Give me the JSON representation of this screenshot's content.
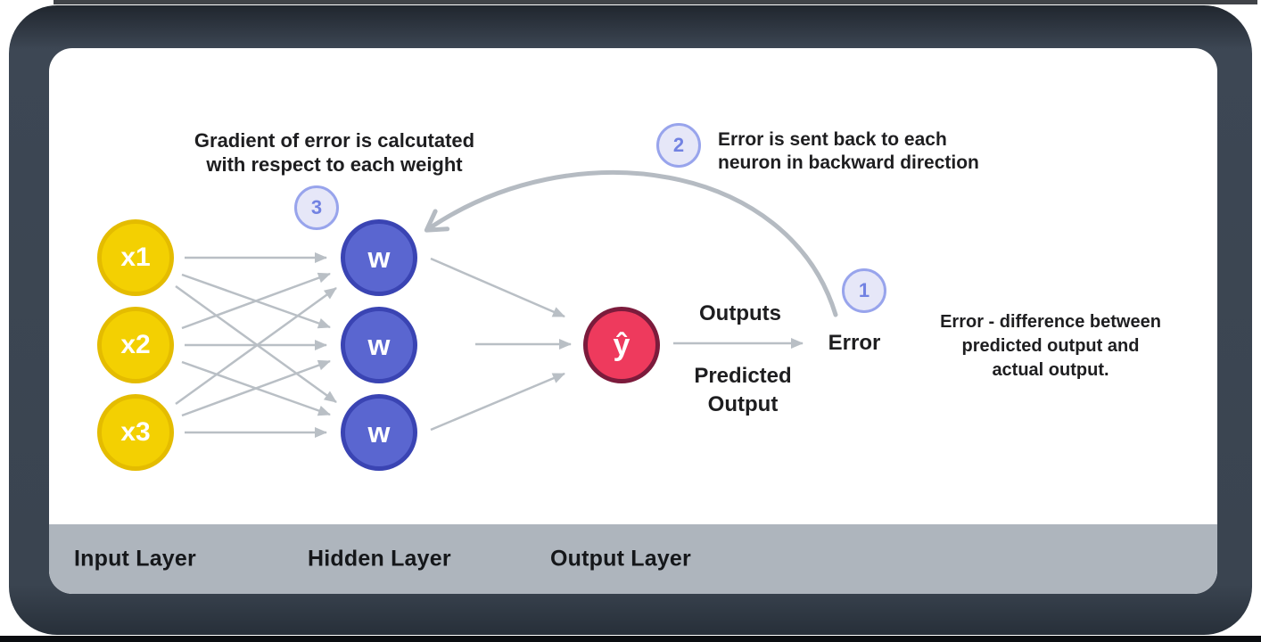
{
  "title": {
    "line1": "Gradient of error is calcutated",
    "line2": "with respect to each weight"
  },
  "badges": {
    "one": "1",
    "two": "2",
    "three": "3"
  },
  "notes": {
    "backward": {
      "line1": "Error is sent back to each",
      "line2": "neuron in backward direction"
    },
    "error_definition": {
      "line1": "Error - difference between",
      "line2": "predicted output and",
      "line3": "actual output."
    }
  },
  "nodes": {
    "inputs": [
      "x1",
      "x2",
      "x3"
    ],
    "hidden": [
      "w",
      "w",
      "w"
    ],
    "output": "ŷ"
  },
  "flow": {
    "outputs": "Outputs",
    "predicted_line1": "Predicted",
    "predicted_line2": "Output",
    "error": "Error"
  },
  "footer": {
    "input_layer": "Input Layer",
    "hidden_layer": "Hidden Layer",
    "output_layer": "Output Layer"
  },
  "colors": {
    "frame": "#3A4450",
    "card": "#FFFFFF",
    "footer_bar": "#AEB5BD",
    "arrow": "#B9BFC5",
    "input_node_fill": "#F3D002",
    "input_node_border": "#E4BC00",
    "hidden_node_fill": "#5A66D0",
    "hidden_node_border": "#3A44B3",
    "output_node_fill": "#EE3A5D",
    "output_node_border": "#7C1B3C",
    "badge_fill": "#E6E7F8",
    "badge_border": "#98A4EC",
    "badge_text": "#7282E2",
    "text": "#1E1E20"
  }
}
